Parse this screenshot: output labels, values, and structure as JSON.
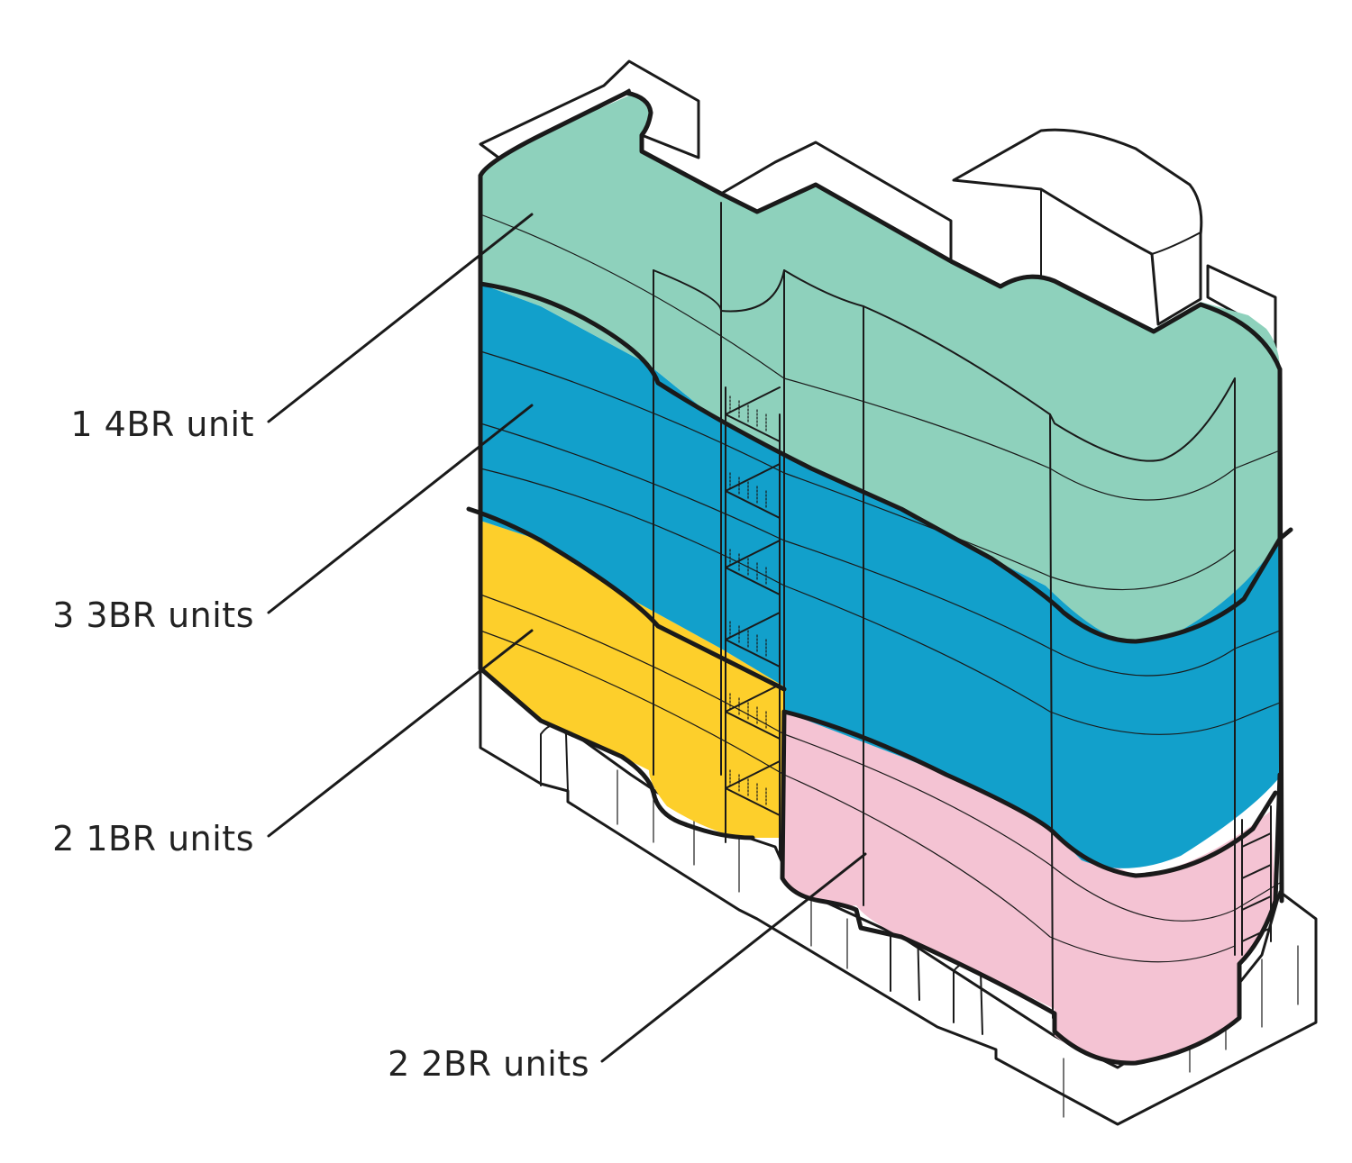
{
  "diagram": {
    "colors": {
      "unit_4br": "#8ed1bc",
      "units_3br": "#12a0cb",
      "units_1br": "#fdcf2b",
      "units_2br": "#f4c3d3",
      "outline": "#1a1a1a",
      "background": "#ffffff"
    },
    "labels": {
      "unit_4br": "1 4BR unit",
      "units_3br": "3 3BR units",
      "units_1br": "2 1BR units",
      "units_2br": "2 2BR units"
    }
  }
}
